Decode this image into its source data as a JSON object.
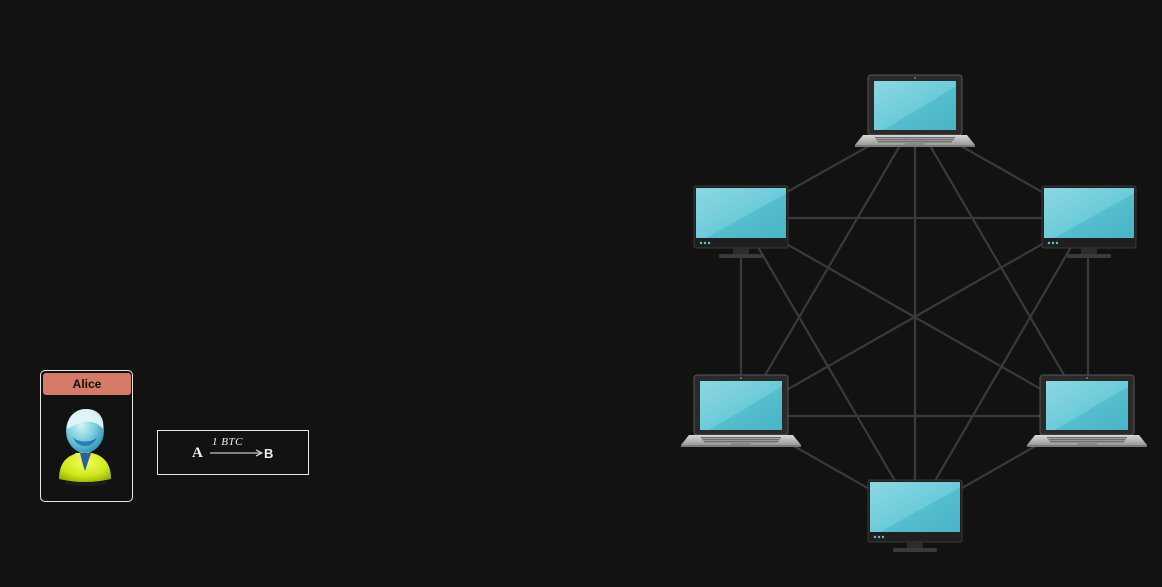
{
  "user": {
    "name": "Alice",
    "header_color": "#d67a68"
  },
  "transaction": {
    "from": "A",
    "to": "B",
    "amount": "1 BTC"
  },
  "network": {
    "edge_color": "#3a3a3a",
    "screen_color": "#5bc3d3",
    "nodes": [
      {
        "id": "top",
        "device": "laptop"
      },
      {
        "id": "upper-right",
        "device": "monitor"
      },
      {
        "id": "lower-right",
        "device": "laptop"
      },
      {
        "id": "bottom",
        "device": "monitor"
      },
      {
        "id": "lower-left",
        "device": "laptop"
      },
      {
        "id": "upper-left",
        "device": "monitor"
      }
    ],
    "edges": "complete-graph"
  }
}
